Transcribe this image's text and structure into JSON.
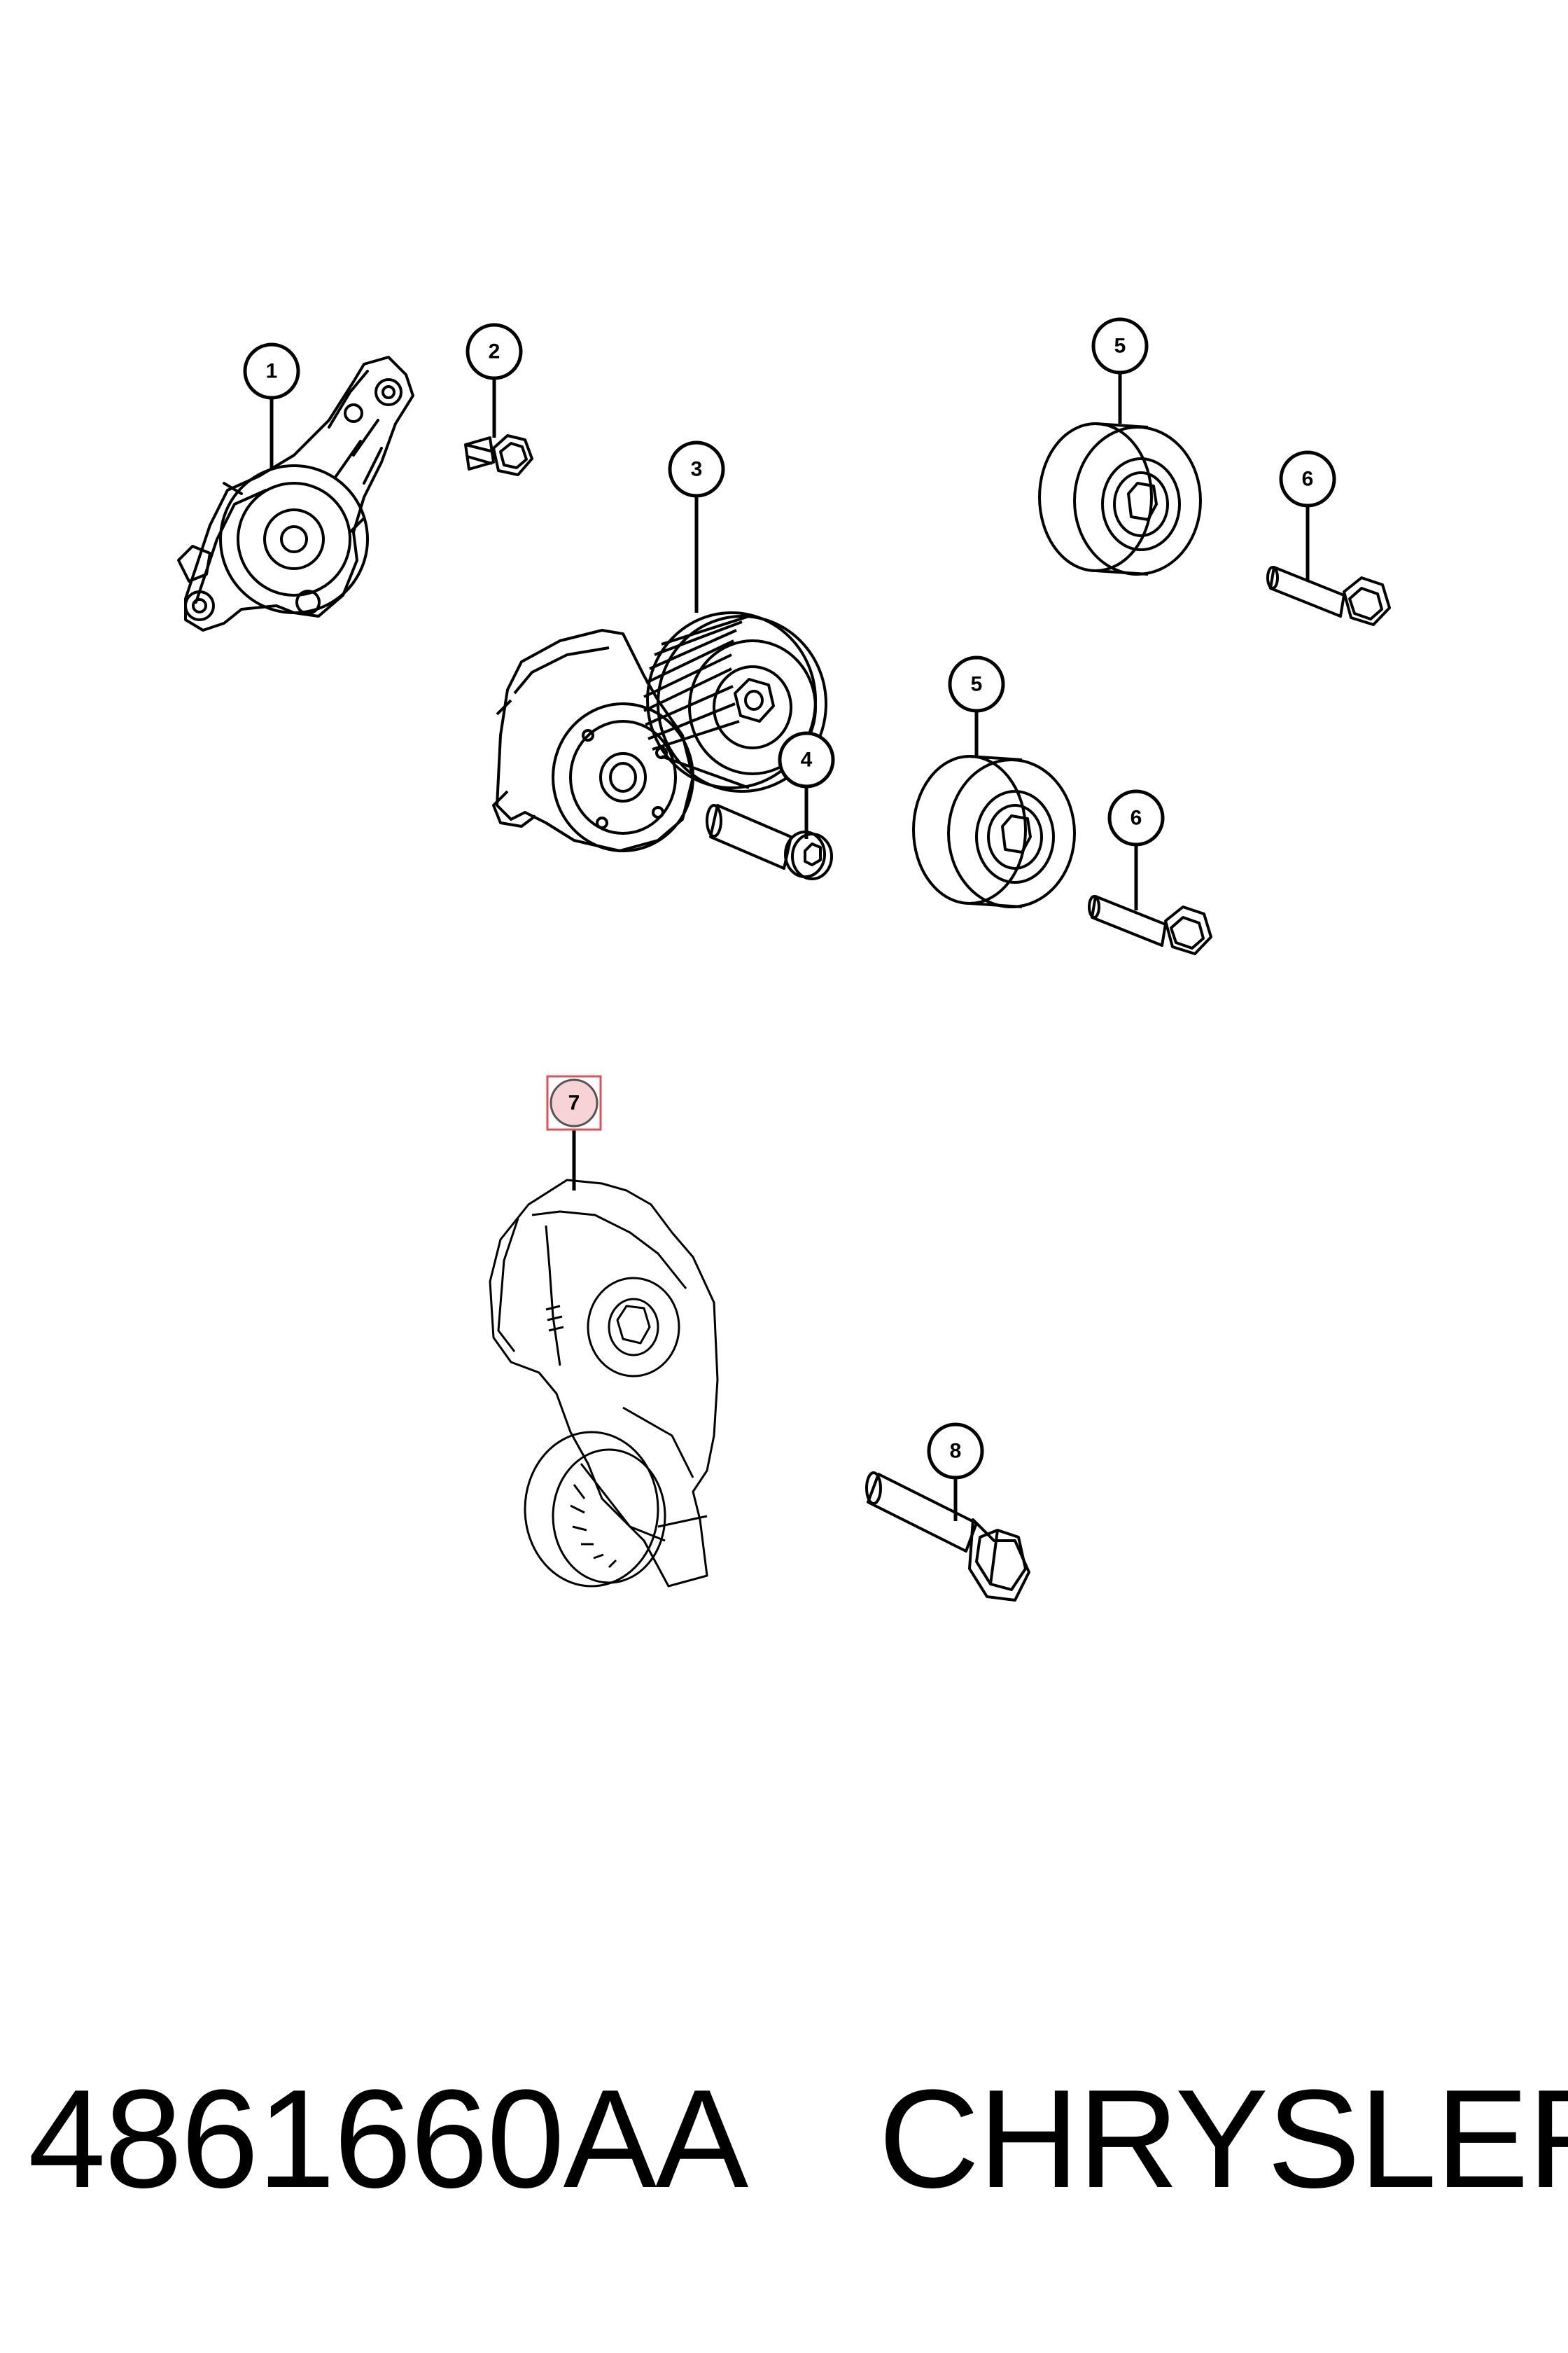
{
  "callouts": [
    {
      "label": "1"
    },
    {
      "label": "2"
    },
    {
      "label": "3"
    },
    {
      "label": "4"
    },
    {
      "label": "5"
    },
    {
      "label": "5"
    },
    {
      "label": "6"
    },
    {
      "label": "6"
    },
    {
      "label": "7"
    },
    {
      "label": "8"
    }
  ],
  "caption": {
    "part_number": "4861660AA",
    "brand": "CHRYSLER"
  },
  "colors": {
    "line": "#000000",
    "highlight_fill": "#f7d3d5",
    "highlight_box": "#e0505a"
  }
}
